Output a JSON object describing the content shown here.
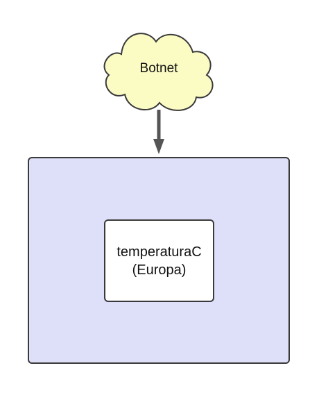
{
  "cloud": {
    "label": "Botnet",
    "fill": "#fbfbc4",
    "stroke": "#3a3a3a"
  },
  "arrow": {
    "color": "#555555"
  },
  "outer_container": {
    "fill": "#dedff8"
  },
  "inner_node": {
    "line1": "temperaturaC",
    "line2": "(Europa)"
  }
}
